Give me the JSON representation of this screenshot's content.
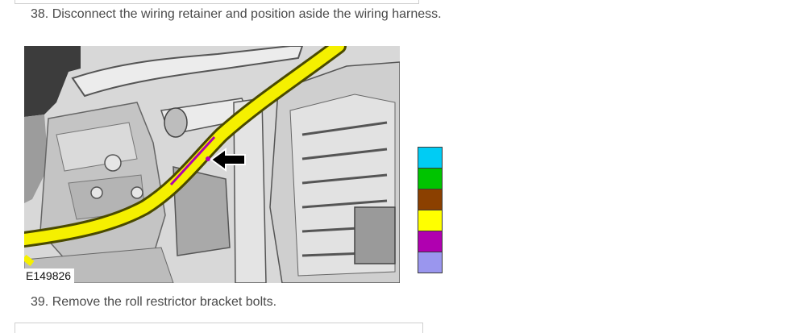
{
  "steps": {
    "step38": "38. Disconnect the wiring retainer and position aside the wiring harness.",
    "step39": "39. Remove the roll restrictor bracket bolts."
  },
  "figure": {
    "id": "E149826",
    "colors": {
      "harness": "#f5f000",
      "retainer": "#b000b0",
      "arrow": "#000000"
    }
  },
  "legend": {
    "swatches": [
      "#00ccf4",
      "#00c400",
      "#8b4000",
      "#ffff00",
      "#b000b0",
      "#9a96ee"
    ]
  }
}
